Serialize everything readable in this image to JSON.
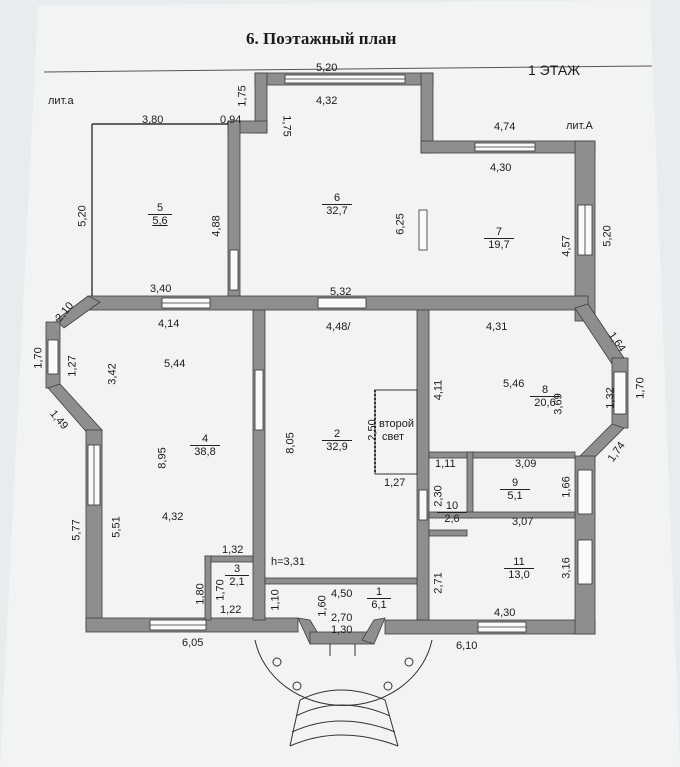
{
  "title": "6. Поэтажный план",
  "floor": "1 ЭТАЖ",
  "lit_a_small": "лит.а",
  "lit_a_big": "лит.А",
  "second_light": [
    "второй",
    "свет"
  ],
  "height_note": "h=3,31",
  "rooms": [
    {
      "num": "1",
      "area": "6,1"
    },
    {
      "num": "2",
      "area": "32,9"
    },
    {
      "num": "3",
      "area": "2,1"
    },
    {
      "num": "4",
      "area": "38,8"
    },
    {
      "num": "5",
      "area": "5,6"
    },
    {
      "num": "6",
      "area": "32,7"
    },
    {
      "num": "7",
      "area": "19,7"
    },
    {
      "num": "8",
      "area": "20,6"
    },
    {
      "num": "9",
      "area": "5,1"
    },
    {
      "num": "10",
      "area": "2,6"
    },
    {
      "num": "11",
      "area": "13,0"
    }
  ],
  "dims": {
    "d520_top": "5,20",
    "d432_top": "4,32",
    "d175a": "1,75",
    "d175b": "1,75",
    "d380": "3,80",
    "d094": "0,94",
    "d474": "4,74",
    "d430_top": "4,30",
    "d520_left": "5,20",
    "d488": "4,88",
    "d625": "6,25",
    "d457": "4,57",
    "d520_right": "5,20",
    "d340": "3,40",
    "d532": "5,32",
    "d210": "2,10",
    "d414": "4,14",
    "d448": "4,48/",
    "d431": "4,31",
    "d164": "1,64",
    "d170_left": "1,70",
    "d127_left": "1,27",
    "d342": "3,42",
    "d544": "5,44",
    "d411": "4,11",
    "d546": "5,46",
    "d369": "3,69",
    "d132": "1,32",
    "d170_right": "1,70",
    "d149": "1,49",
    "d895": "8,95",
    "d805": "8,05",
    "d250": "2,50",
    "d174": "1,74",
    "d111": "1,11",
    "d309": "3,09",
    "d127_mid": "1,27",
    "d166": "1,66",
    "d577": "5,77",
    "d551": "5,51",
    "d432_mid": "4,32",
    "d230": "2,30",
    "d307": "3,07",
    "d132_small": "1,32",
    "d316": "3,16",
    "d180": "1,80",
    "d170_small": "1,70",
    "d271": "2,71",
    "d110": "1,10",
    "d450": "4,50",
    "d160": "1,60",
    "d122": "1,22",
    "d270": "2,70",
    "d130": "1,30",
    "d430_bot": "4,30",
    "d605": "6,05",
    "d610": "6,10"
  }
}
